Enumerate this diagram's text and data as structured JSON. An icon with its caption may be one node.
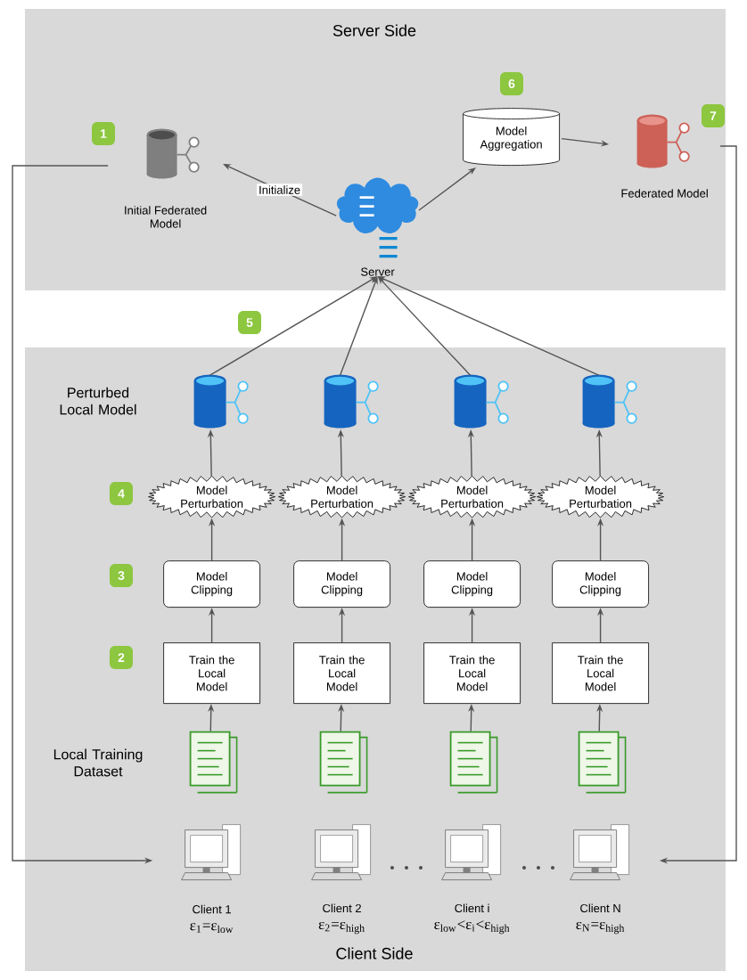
{
  "diagram": {
    "nodes": [
      {
        "text": [
          "Server Side"
        ]
      },
      {
        "text": [
          "Initial Federated Model"
        ],
        "in": 0
      },
      {
        "text": [
          "Model Aggregation"
        ],
        "in": 0
      },
      {
        "text": [
          "Federated Model"
        ],
        "in": 0
      },
      {
        "text": [
          "Server"
        ],
        "in": 0
      },
      {
        "text": [
          "Client Side"
        ]
      },
      {
        "text": [],
        "shape": "cylinder",
        "in": 5
      },
      {
        "text": [],
        "shape": "cylinder",
        "in": 5
      },
      {
        "text": [],
        "shape": "cylinder",
        "in": 5
      },
      {
        "text": [],
        "shape": "cylinder",
        "in": 5
      },
      {
        "text": [
          "Model Perturbation"
        ],
        "in": 5
      },
      {
        "text": [
          "Model Perturbation"
        ],
        "in": 5
      },
      {
        "text": [
          "Model Perturbation"
        ],
        "in": 5
      },
      {
        "text": [
          "Model Perturbation"
        ],
        "in": 5
      },
      {
        "text": [
          "Model Clipping"
        ],
        "in": 5
      },
      {
        "text": [
          "Model Clipping"
        ],
        "in": 5
      },
      {
        "text": [
          "Model Clipping"
        ],
        "in": 5
      },
      {
        "text": [
          "Model Clipping"
        ],
        "in": 5
      },
      {
        "text": [
          "Train the Local Model"
        ],
        "in": 5
      },
      {
        "text": [
          "Train the Local Model"
        ],
        "in": 5
      },
      {
        "text": [
          "Train the Local Model"
        ],
        "in": 5
      },
      {
        "text": [
          "Train the Local Model"
        ],
        "in": 5
      },
      {
        "text": [],
        "shape": "document",
        "in": 5
      },
      {
        "text": [],
        "shape": "document",
        "in": 5
      },
      {
        "text": [],
        "shape": "document",
        "in": 5
      },
      {
        "text": [],
        "shape": "document",
        "in": 5
      },
      {
        "text": [
          "Client 1",
          "ε$_{1}$=ε$_{low}$"
        ],
        "in": 5
      },
      {
        "text": [
          "Client 2",
          "ε$_{2}$=ε$_{high}$"
        ],
        "in": 5
      },
      {
        "text": [
          "Client i",
          "ε$_{low}$<ε$_{i}$<ε$_{high}$"
        ],
        "in": 5
      },
      {
        "text": [
          "Client N",
          "ε$_{N}$=ε$_{high}$"
        ],
        "in": 5
      }
    ],
    "edges": [
      {
        "from": 4,
        "to": 1,
        "arrow": "to",
        "label": "Initialize"
      },
      {
        "from": 4,
        "to": 2,
        "arrow": "to"
      },
      {
        "from": 2,
        "to": 3,
        "arrow": "to"
      },
      {
        "from": 6,
        "to": 4,
        "arrow": "to"
      },
      {
        "from": 7,
        "to": 4,
        "arrow": "to"
      },
      {
        "from": 8,
        "to": 4,
        "arrow": "to"
      },
      {
        "from": 9,
        "to": 4,
        "arrow": "to"
      },
      {
        "from": 10,
        "to": 6,
        "arrow": "to"
      },
      {
        "from": 11,
        "to": 7,
        "arrow": "to"
      },
      {
        "from": 12,
        "to": 8,
        "arrow": "to"
      },
      {
        "from": 13,
        "to": 9,
        "arrow": "to"
      },
      {
        "from": 14,
        "to": 10,
        "arrow": "to"
      },
      {
        "from": 15,
        "to": 11,
        "arrow": "to"
      },
      {
        "from": 16,
        "to": 12,
        "arrow": "to"
      },
      {
        "from": 17,
        "to": 13,
        "arrow": "to"
      },
      {
        "from": 18,
        "to": 14,
        "arrow": "to"
      },
      {
        "from": 19,
        "to": 15,
        "arrow": "to"
      },
      {
        "from": 20,
        "to": 16,
        "arrow": "to"
      },
      {
        "from": 21,
        "to": 17,
        "arrow": "to"
      },
      {
        "from": 22,
        "to": 18,
        "arrow": "to"
      },
      {
        "from": 23,
        "to": 19,
        "arrow": "to"
      },
      {
        "from": 24,
        "to": 20,
        "arrow": "to"
      },
      {
        "from": 25,
        "to": 21,
        "arrow": "to"
      },
      {
        "from": 1,
        "to": 26,
        "arrow": "to"
      },
      {
        "from": 3,
        "to": 29,
        "arrow": "to"
      }
    ],
    "labels": [
      "6",
      "7",
      "1",
      "5",
      "Perturbed Local Model",
      "4",
      "3",
      "2",
      "Local Training Dataset"
    ]
  }
}
